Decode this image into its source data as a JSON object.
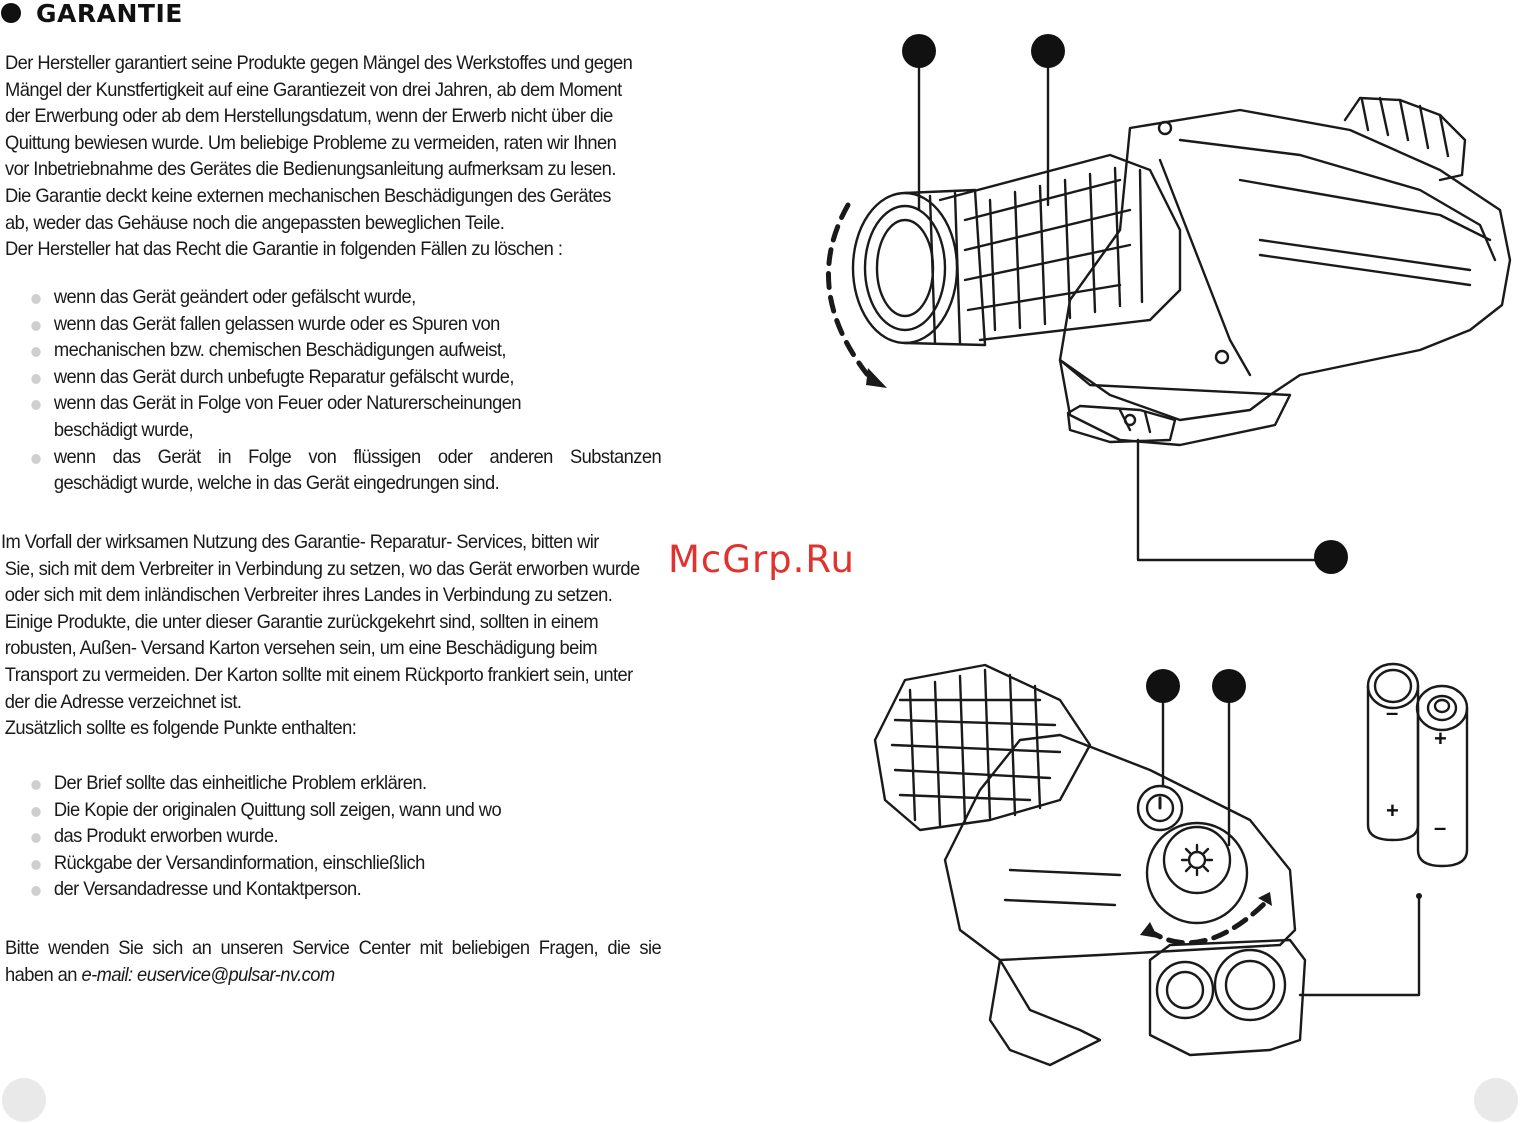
{
  "section": {
    "title": "GARANTIE"
  },
  "intro": [
    "Der Hersteller garantiert seine Produkte gegen Mängel des Werkstoffes und gegen",
    "Mängel der Kunstfertigkeit auf eine Garantiezeit von drei Jahren, ab dem Moment",
    "der Erwerbung oder ab dem Herstellungsdatum, wenn der Erwerb nicht über die",
    "Quittung bewiesen wurde. Um beliebige Probleme zu vermeiden, raten wir Ihnen",
    "vor Inbetriebnahme des Gerätes die Bedienungsanleitung aufmerksam zu lesen.",
    "Die Garantie deckt keine externen mechanischen Beschädigungen des Gerätes",
    "ab, weder das Gehäuse noch die angepassten beweglichen Teile.",
    "Der Hersteller hat das Recht die Garantie in folgenden Fällen zu löschen :"
  ],
  "cases": [
    "wenn das Gerät geändert oder gefälscht wurde,",
    "wenn das Gerät fallen gelassen wurde oder es Spuren von",
    "mechanischen bzw. chemischen Beschädigungen aufweist,",
    "wenn das Gerät durch unbefugte Reparatur gefälscht wurde,",
    "wenn das Gerät in Folge von Feuer oder Naturerscheinungen",
    "beschädigt wurde,",
    "wenn das Gerät in Folge von flüssigen oder anderen Substanzen",
    "geschädigt wurde, welche in das Gerät eingedrungen sind."
  ],
  "service": [
    "Im Vorfall der wirksamen Nutzung des Garantie- Reparatur- Services, bitten wir",
    "Sie, sich mit dem Verbreiter in Verbindung zu setzen, wo das Gerät erworben wurde",
    "oder sich mit dem inländischen Verbreiter ihres Landes in Verbindung zu setzen.",
    "Einige Produkte, die unter dieser Garantie zurückgekehrt sind, sollten in einem",
    "robusten, Außen- Versand Karton versehen sein, um eine Beschädigung beim",
    "Transport zu vermeiden. Der Karton sollte mit einem Rückporto frankiert sein, unter",
    "der die Adresse verzeichnet ist.",
    "Zusätzlich sollte es folgende Punkte enthalten:"
  ],
  "contents": [
    "Der Brief sollte das einheitliche Problem erklären.",
    "Die Kopie der originalen Quittung soll zeigen, wann und wo",
    "das Produkt erworben wurde.",
    "Rückgabe der Versandinformation, einschließlich",
    "der Versandadresse und Kontaktperson."
  ],
  "closing": {
    "line1": "Bitte wenden Sie sich an unseren Service Center mit beliebigen Fragen, die sie",
    "line2_prefix": "haben an ",
    "email": "e-mail: euservice@pulsar-nv.com"
  },
  "figures": {
    "battery_plus": "+",
    "battery_minus": "–"
  },
  "watermark": "McGrp.Ru"
}
